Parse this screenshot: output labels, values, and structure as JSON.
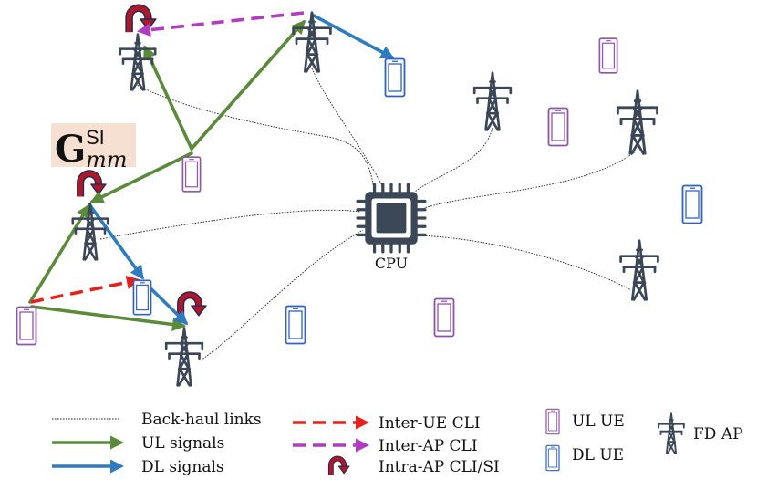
{
  "colors": {
    "ul": "#5b8a3a",
    "dl": "#2e7bbf",
    "inter_ue": "#e8201c",
    "inter_ap": "#b23cc0",
    "si": "#a3141f",
    "ap": "#3b4656",
    "ul_ue": "#8d56a8",
    "dl_ue": "#2f62c2",
    "label_bg": "#f6e0d2"
  },
  "cpu_label": "CPU",
  "gain_label": {
    "symbol": "G",
    "superscript": "SI",
    "subscript": "mm"
  },
  "legend": {
    "backhaul": "Back-haul links",
    "ul_signals": "UL signals",
    "dl_signals": "DL signals",
    "inter_ue": "Inter-UE CLI",
    "inter_ap": "Inter-AP CLI",
    "intra_ap": "Intra-AP CLI/SI",
    "ul_ue": "UL UE",
    "dl_ue": "DL UE",
    "fd_ap": "FD AP"
  },
  "icons": {
    "ap": "transmission-tower-icon",
    "ul_ue": "phone-outline-icon",
    "dl_ue": "phone-outline-icon",
    "cpu": "processor-chip-icon",
    "si": "u-turn-arrow-icon"
  }
}
